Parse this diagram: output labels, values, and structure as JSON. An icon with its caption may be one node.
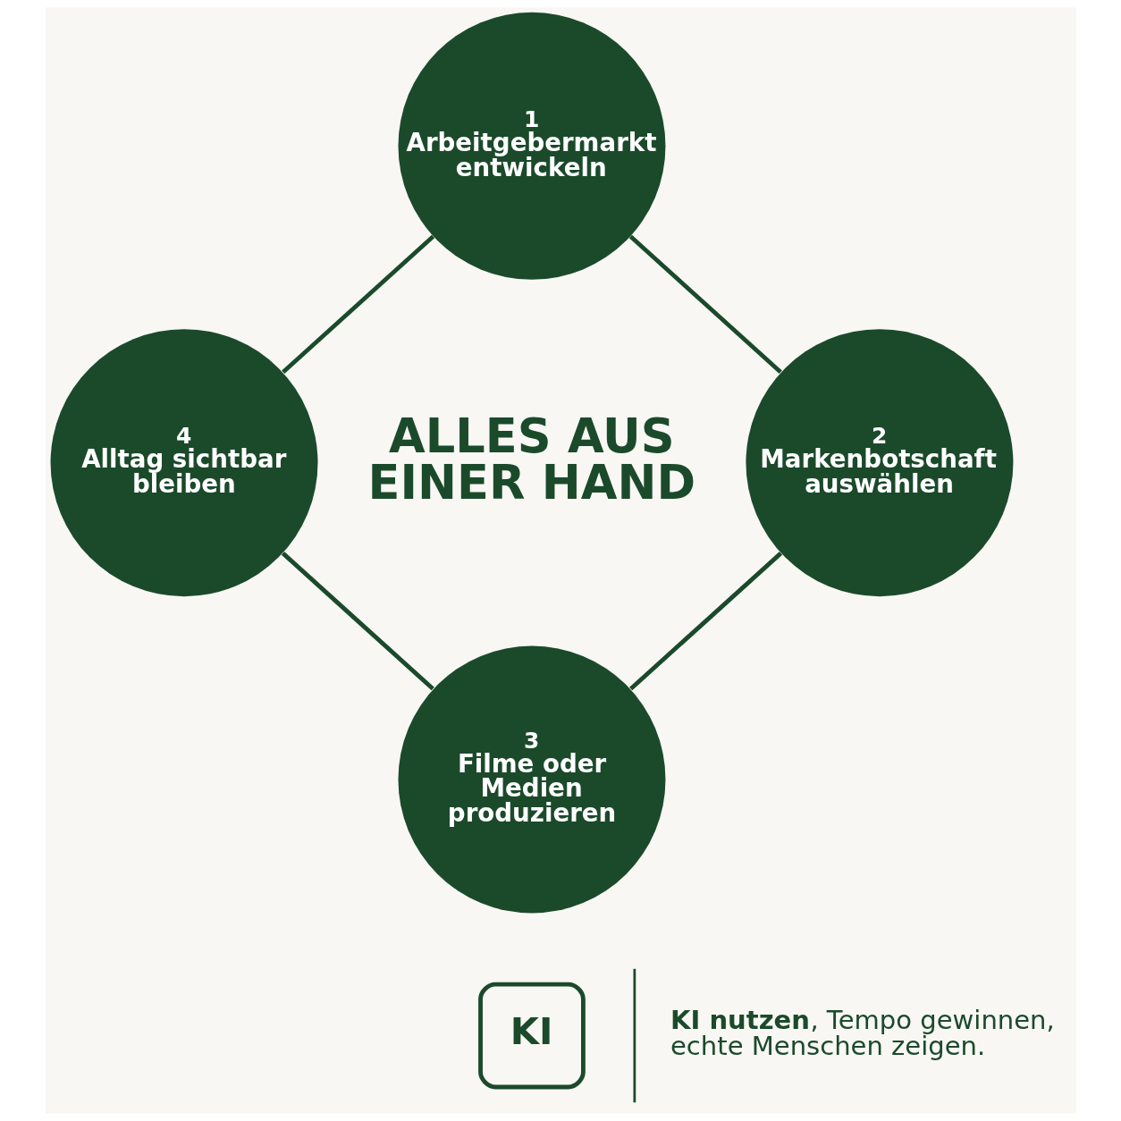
{
  "diagram": {
    "nodes": [
      {
        "text": [
          "1",
          "Arbeitgebermarkt entwickeln"
        ]
      },
      {
        "text": [
          "2",
          "Markenbotschaft auswählen"
        ]
      },
      {
        "text": [
          "3",
          "Filme oder Medien produzieren"
        ]
      },
      {
        "text": [
          "4",
          "Alltag sichtbar bleiben"
        ]
      },
      {
        "text": [
          "KI"
        ],
        "beside": [
          "**KI nutzen**, Tempo gewinnen, echte Menschen zeigen."
        ]
      }
    ],
    "edges": [
      {
        "from": 0,
        "to": 1,
        "arrow": "none"
      },
      {
        "from": 1,
        "to": 2,
        "arrow": "none"
      },
      {
        "from": 2,
        "to": 3,
        "arrow": "none"
      },
      {
        "from": 3,
        "to": 0,
        "arrow": "none"
      }
    ],
    "labels": [
      "ALLES AUS EINER HAND"
    ]
  }
}
